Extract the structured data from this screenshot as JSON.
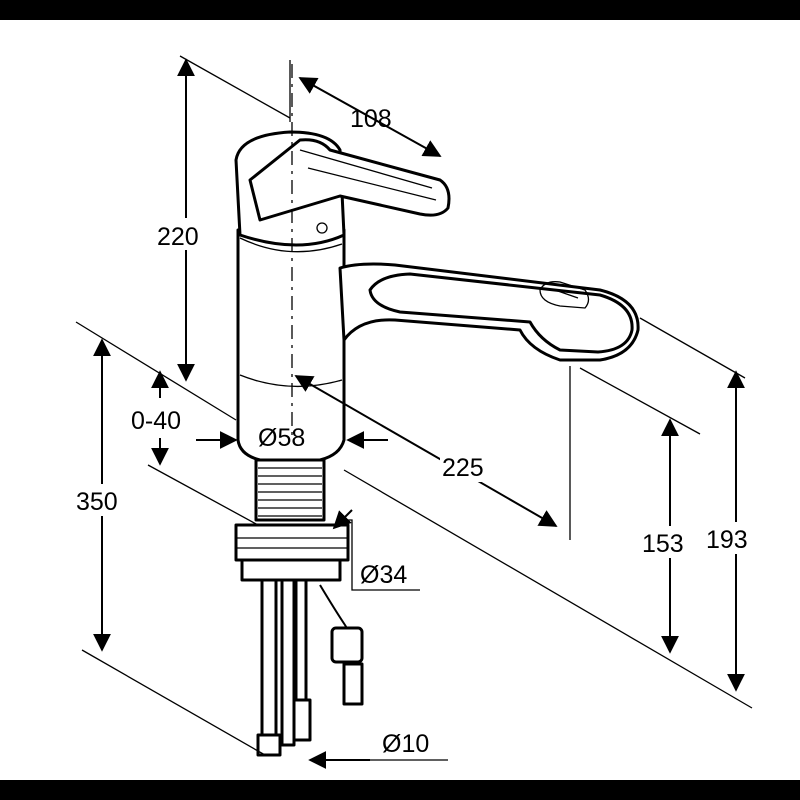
{
  "drawing": {
    "frame_color": "#000000",
    "paper_color": "#ffffff",
    "dimensions": {
      "spout_rotation": "108",
      "total_height": "220",
      "adjust_range": "0-40",
      "body_diameter": "Ø58",
      "reach": "225",
      "supply_length": "350",
      "thread_diameter": "Ø34",
      "outlet_height": "153",
      "spout_top_height": "193",
      "hose_diameter": "Ø10"
    }
  }
}
